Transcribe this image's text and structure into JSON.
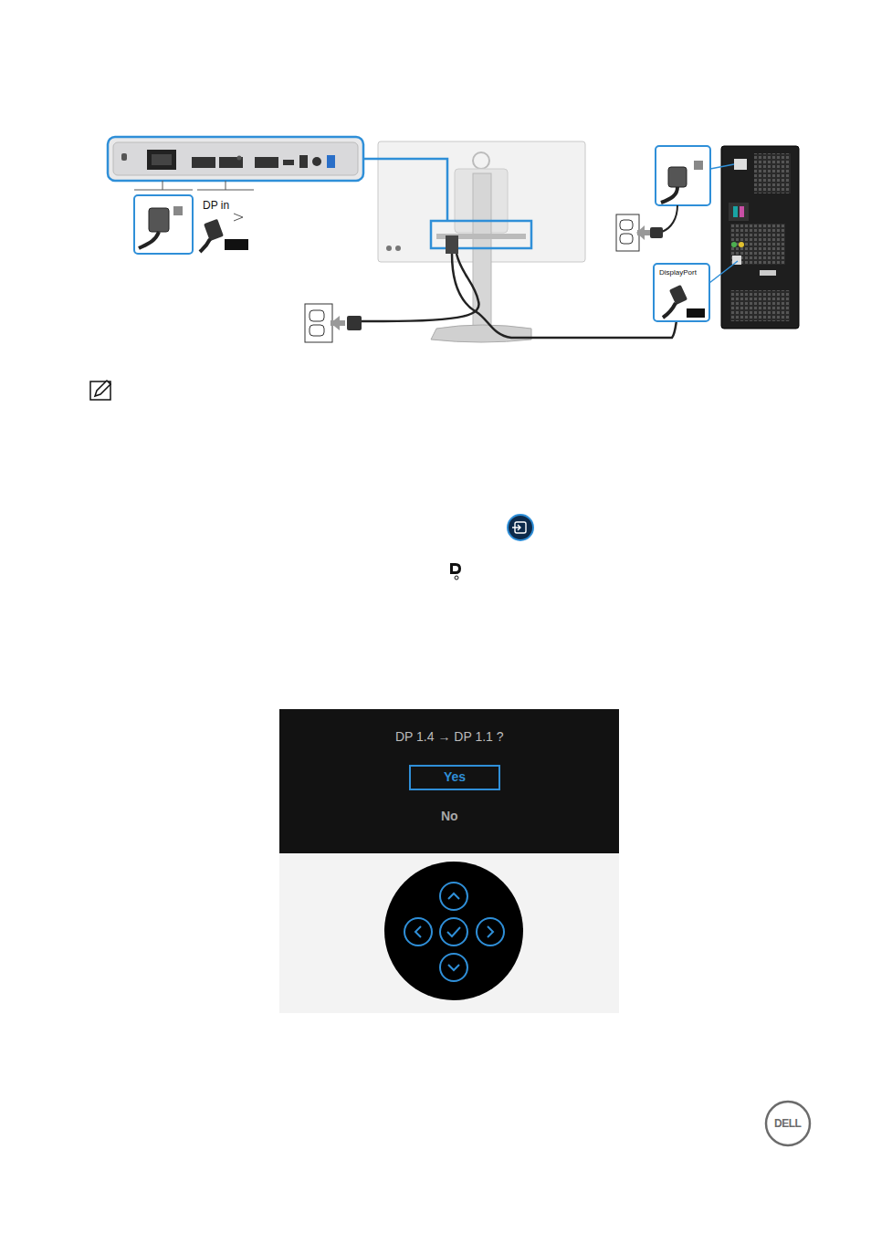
{
  "diagram": {
    "nodes": [
      {
        "text": [
          "DP in"
        ]
      },
      {
        "text": [
          "DisplayPort"
        ]
      },
      {
        "text": [
          "DP 1.4 → DP 1.1 ?",
          "No"
        ]
      },
      {
        "text": [
          "Yes"
        ],
        "in": 2
      }
    ],
    "labels": [
      "DELL"
    ]
  }
}
